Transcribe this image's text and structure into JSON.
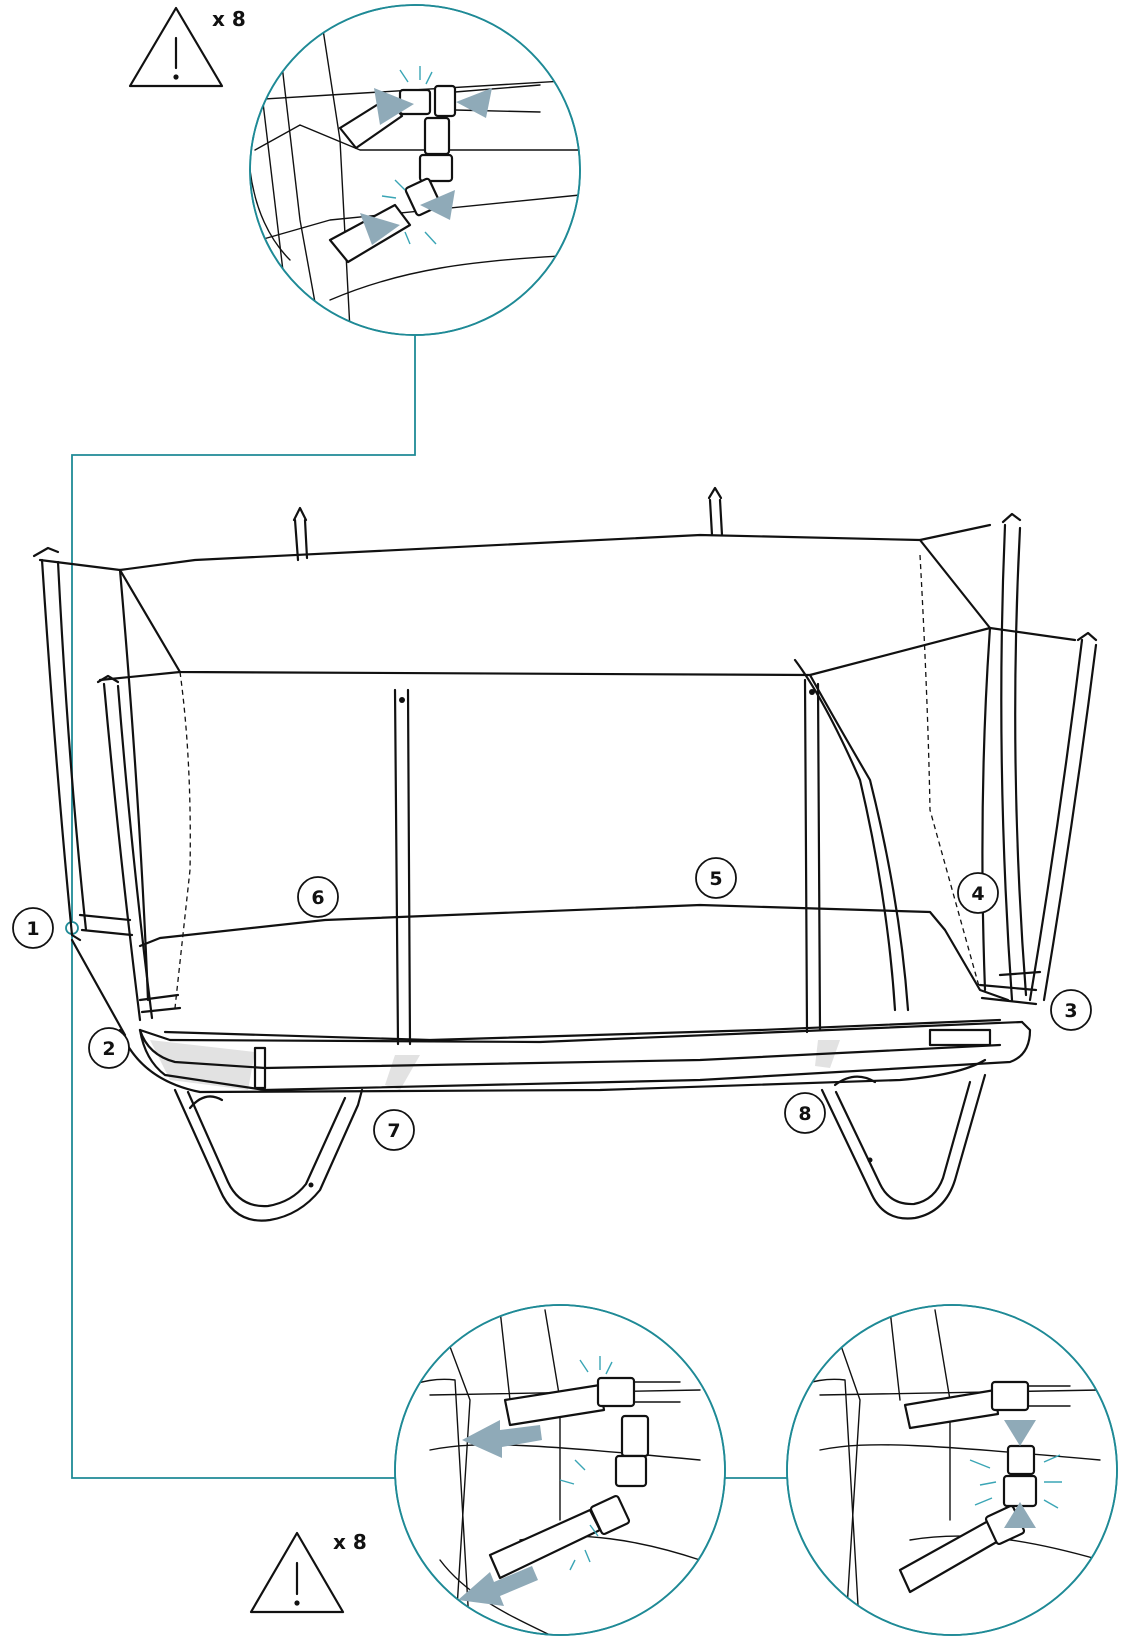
{
  "warnings": [
    {
      "id": "top",
      "multiplier": "x 8"
    },
    {
      "id": "bottom",
      "multiplier": "x 8"
    }
  ],
  "callouts": [
    "1",
    "2",
    "3",
    "4",
    "5",
    "6",
    "7",
    "8"
  ],
  "details": {
    "top": {
      "icon": "buckle-tighten",
      "arrows": "inward"
    },
    "bottom_left": {
      "icon": "buckle-release",
      "arrows": "pull-out"
    },
    "bottom_right": {
      "icon": "buckle-clip",
      "arrows": "press-together"
    }
  },
  "colors": {
    "line": "#111111",
    "leader": "#1f8a96",
    "arrow": "#8faab8",
    "click_burst": "#3aa5b5",
    "frame_shade": "#e2e2e2"
  }
}
